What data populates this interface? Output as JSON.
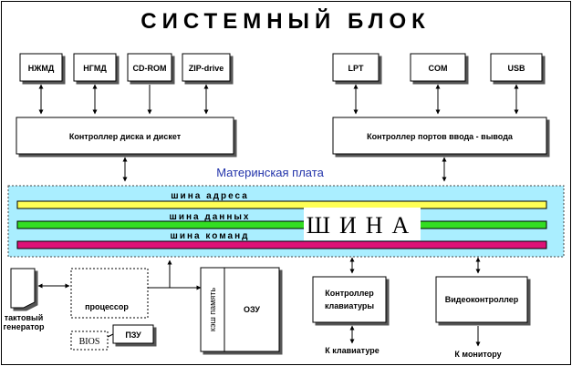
{
  "title": "СИСТЕМНЫЙ БЛОК",
  "devices_top_left": [
    "НЖМД",
    "НГМД",
    "CD-ROM",
    "ZIP-drive"
  ],
  "ports_top_right": [
    "LPT",
    "COM",
    "USB"
  ],
  "disk_controller": "Контроллер диска и дискет",
  "port_controller": "Контроллер портов ввода - вывода",
  "motherboard_label": "Материнская плата",
  "bus": {
    "address": "шина адреса",
    "data": "шина данных",
    "command": "шина команд",
    "big_label": "ШИНА"
  },
  "clock_generator": [
    "тактовый",
    "генератор"
  ],
  "processor": "процессор",
  "bios": "BIOS",
  "rom": "ПЗУ",
  "cache": "кэш память",
  "ram": "ОЗУ",
  "keyboard_controller": [
    "Контроллер",
    "клавиатуры"
  ],
  "video_controller": "Видеоконтроллер",
  "to_keyboard": "К клавиатуре",
  "to_monitor": "К монитору",
  "colors": {
    "bus_area": "#aaeeff",
    "address_bus": "#ffff55",
    "data_bus": "#33dd22",
    "command_bus": "#dd1177"
  }
}
